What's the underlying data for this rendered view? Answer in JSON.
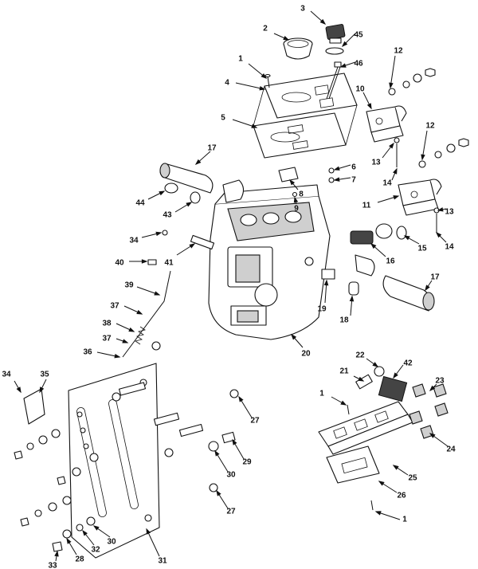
{
  "callouts": [
    {
      "id": "c1a",
      "text": "1"
    },
    {
      "id": "c2",
      "text": "2"
    },
    {
      "id": "c3",
      "text": "3"
    },
    {
      "id": "c45",
      "text": "45"
    },
    {
      "id": "c46",
      "text": "46"
    },
    {
      "id": "c4",
      "text": "4"
    },
    {
      "id": "c12a",
      "text": "12"
    },
    {
      "id": "c10",
      "text": "10"
    },
    {
      "id": "c5",
      "text": "5"
    },
    {
      "id": "c17a",
      "text": "17"
    },
    {
      "id": "c12b",
      "text": "12"
    },
    {
      "id": "c6",
      "text": "6"
    },
    {
      "id": "c7",
      "text": "7"
    },
    {
      "id": "c13a",
      "text": "13"
    },
    {
      "id": "c8",
      "text": "8"
    },
    {
      "id": "c14a",
      "text": "14"
    },
    {
      "id": "c44",
      "text": "44"
    },
    {
      "id": "c9",
      "text": "9"
    },
    {
      "id": "c11",
      "text": "11"
    },
    {
      "id": "c43",
      "text": "43"
    },
    {
      "id": "c13b",
      "text": "13"
    },
    {
      "id": "c34a",
      "text": "34"
    },
    {
      "id": "c15",
      "text": "15"
    },
    {
      "id": "c14b",
      "text": "14"
    },
    {
      "id": "c41",
      "text": "41"
    },
    {
      "id": "c40",
      "text": "40"
    },
    {
      "id": "c16",
      "text": "16"
    },
    {
      "id": "c17b",
      "text": "17"
    },
    {
      "id": "c39",
      "text": "39"
    },
    {
      "id": "c19",
      "text": "19"
    },
    {
      "id": "c37a",
      "text": "37"
    },
    {
      "id": "c18",
      "text": "18"
    },
    {
      "id": "c38",
      "text": "38"
    },
    {
      "id": "c37b",
      "text": "37"
    },
    {
      "id": "c20",
      "text": "20"
    },
    {
      "id": "c36",
      "text": "36"
    },
    {
      "id": "c22",
      "text": "22"
    },
    {
      "id": "c42",
      "text": "42"
    },
    {
      "id": "c34b",
      "text": "34"
    },
    {
      "id": "c35",
      "text": "35"
    },
    {
      "id": "c21",
      "text": "21"
    },
    {
      "id": "c23",
      "text": "23"
    },
    {
      "id": "c1b",
      "text": "1"
    },
    {
      "id": "c27a",
      "text": "27"
    },
    {
      "id": "c24",
      "text": "24"
    },
    {
      "id": "c29",
      "text": "29"
    },
    {
      "id": "c25",
      "text": "25"
    },
    {
      "id": "c30a",
      "text": "30"
    },
    {
      "id": "c26",
      "text": "26"
    },
    {
      "id": "c27b",
      "text": "27"
    },
    {
      "id": "c1c",
      "text": "1"
    },
    {
      "id": "c32",
      "text": "32"
    },
    {
      "id": "c30b",
      "text": "30"
    },
    {
      "id": "c28",
      "text": "28"
    },
    {
      "id": "c31",
      "text": "31"
    },
    {
      "id": "c33",
      "text": "33"
    }
  ]
}
